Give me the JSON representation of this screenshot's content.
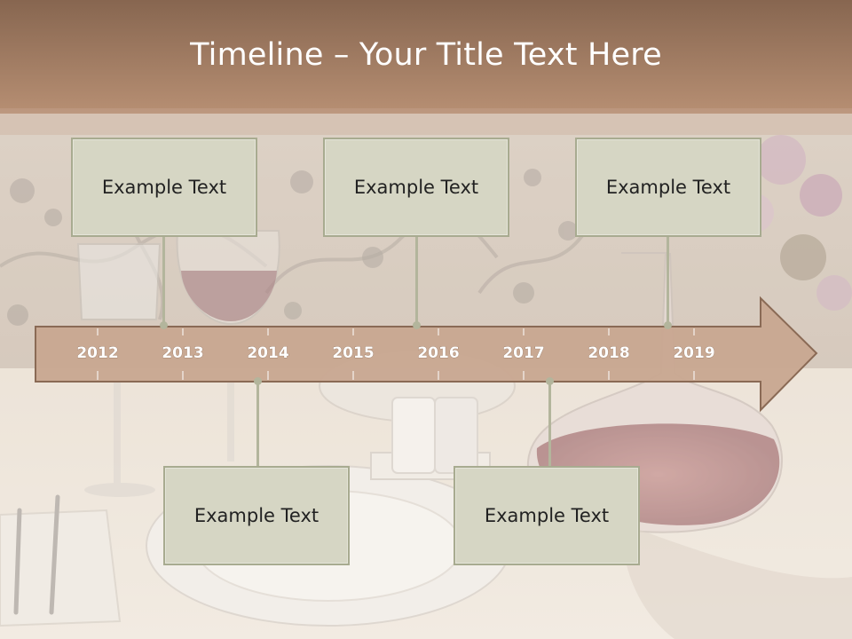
{
  "title": "Timeline – Your Title Text Here",
  "colors": {
    "header_top": "#8a6a52",
    "header_bottom": "#b38c70",
    "arrow_fill": "#c8a690",
    "arrow_stroke": "#8a6a55",
    "box_fill": "#d6d6c4",
    "connector": "#b3b59c",
    "year_text": "#ffffff"
  },
  "years": [
    "2012",
    "2013",
    "2014",
    "2015",
    "2016",
    "2017",
    "2018",
    "2019"
  ],
  "events_top": [
    {
      "label": "Example Text"
    },
    {
      "label": "Example Text"
    },
    {
      "label": "Example Text"
    }
  ],
  "events_bottom": [
    {
      "label": "Example Text"
    },
    {
      "label": "Example Text"
    }
  ]
}
